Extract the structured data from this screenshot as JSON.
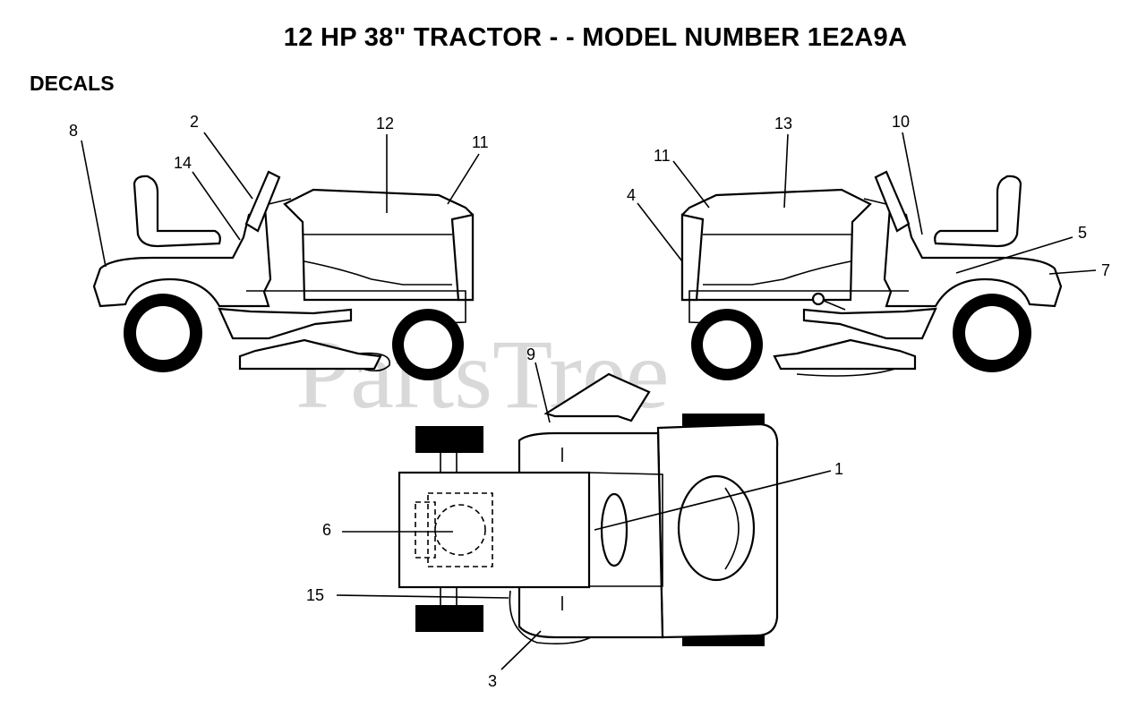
{
  "title": "12 HP 38\"   TRACTOR - - MODEL NUMBER 1E2A9A",
  "section": "DECALS",
  "watermark": "PartsTree",
  "callouts": {
    "c1": "1",
    "c2": "2",
    "c3": "3",
    "c4": "4",
    "c5": "5",
    "c6": "6",
    "c7": "7",
    "c8": "8",
    "c9": "9",
    "c10": "10",
    "c11a": "11",
    "c11b": "11",
    "c12": "12",
    "c13": "13",
    "c14": "14",
    "c15": "15"
  }
}
